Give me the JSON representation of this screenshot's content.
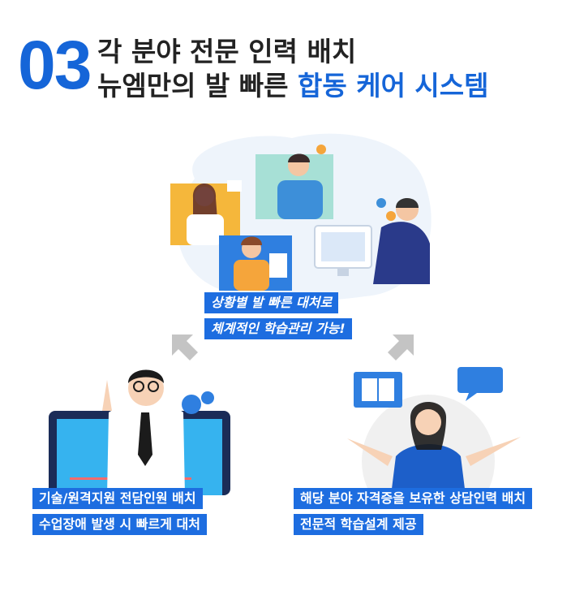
{
  "header": {
    "number": "03",
    "line1": "각 분야 전문 인력 배치",
    "line2_prefix": "뉴엠만의 발 빠른",
    "line2_highlight": "합동 케어 시스템"
  },
  "top_caption": {
    "line1": "상황별 발 빠른 대처로",
    "line2": "체계적인 학습관리 가능!"
  },
  "left_caption": {
    "line1": "기술/원격지원 전담인원 배치",
    "line2": "수업장애 발생 시 빠르게 대처"
  },
  "right_caption": {
    "line1": "해당 분야 자격증을 보유한 상담인력 배치",
    "line2": "전문적 학습설계 제공"
  },
  "colors": {
    "accent": "#1565d8",
    "caption_bg": "#1d6de0",
    "heading": "#222222"
  }
}
